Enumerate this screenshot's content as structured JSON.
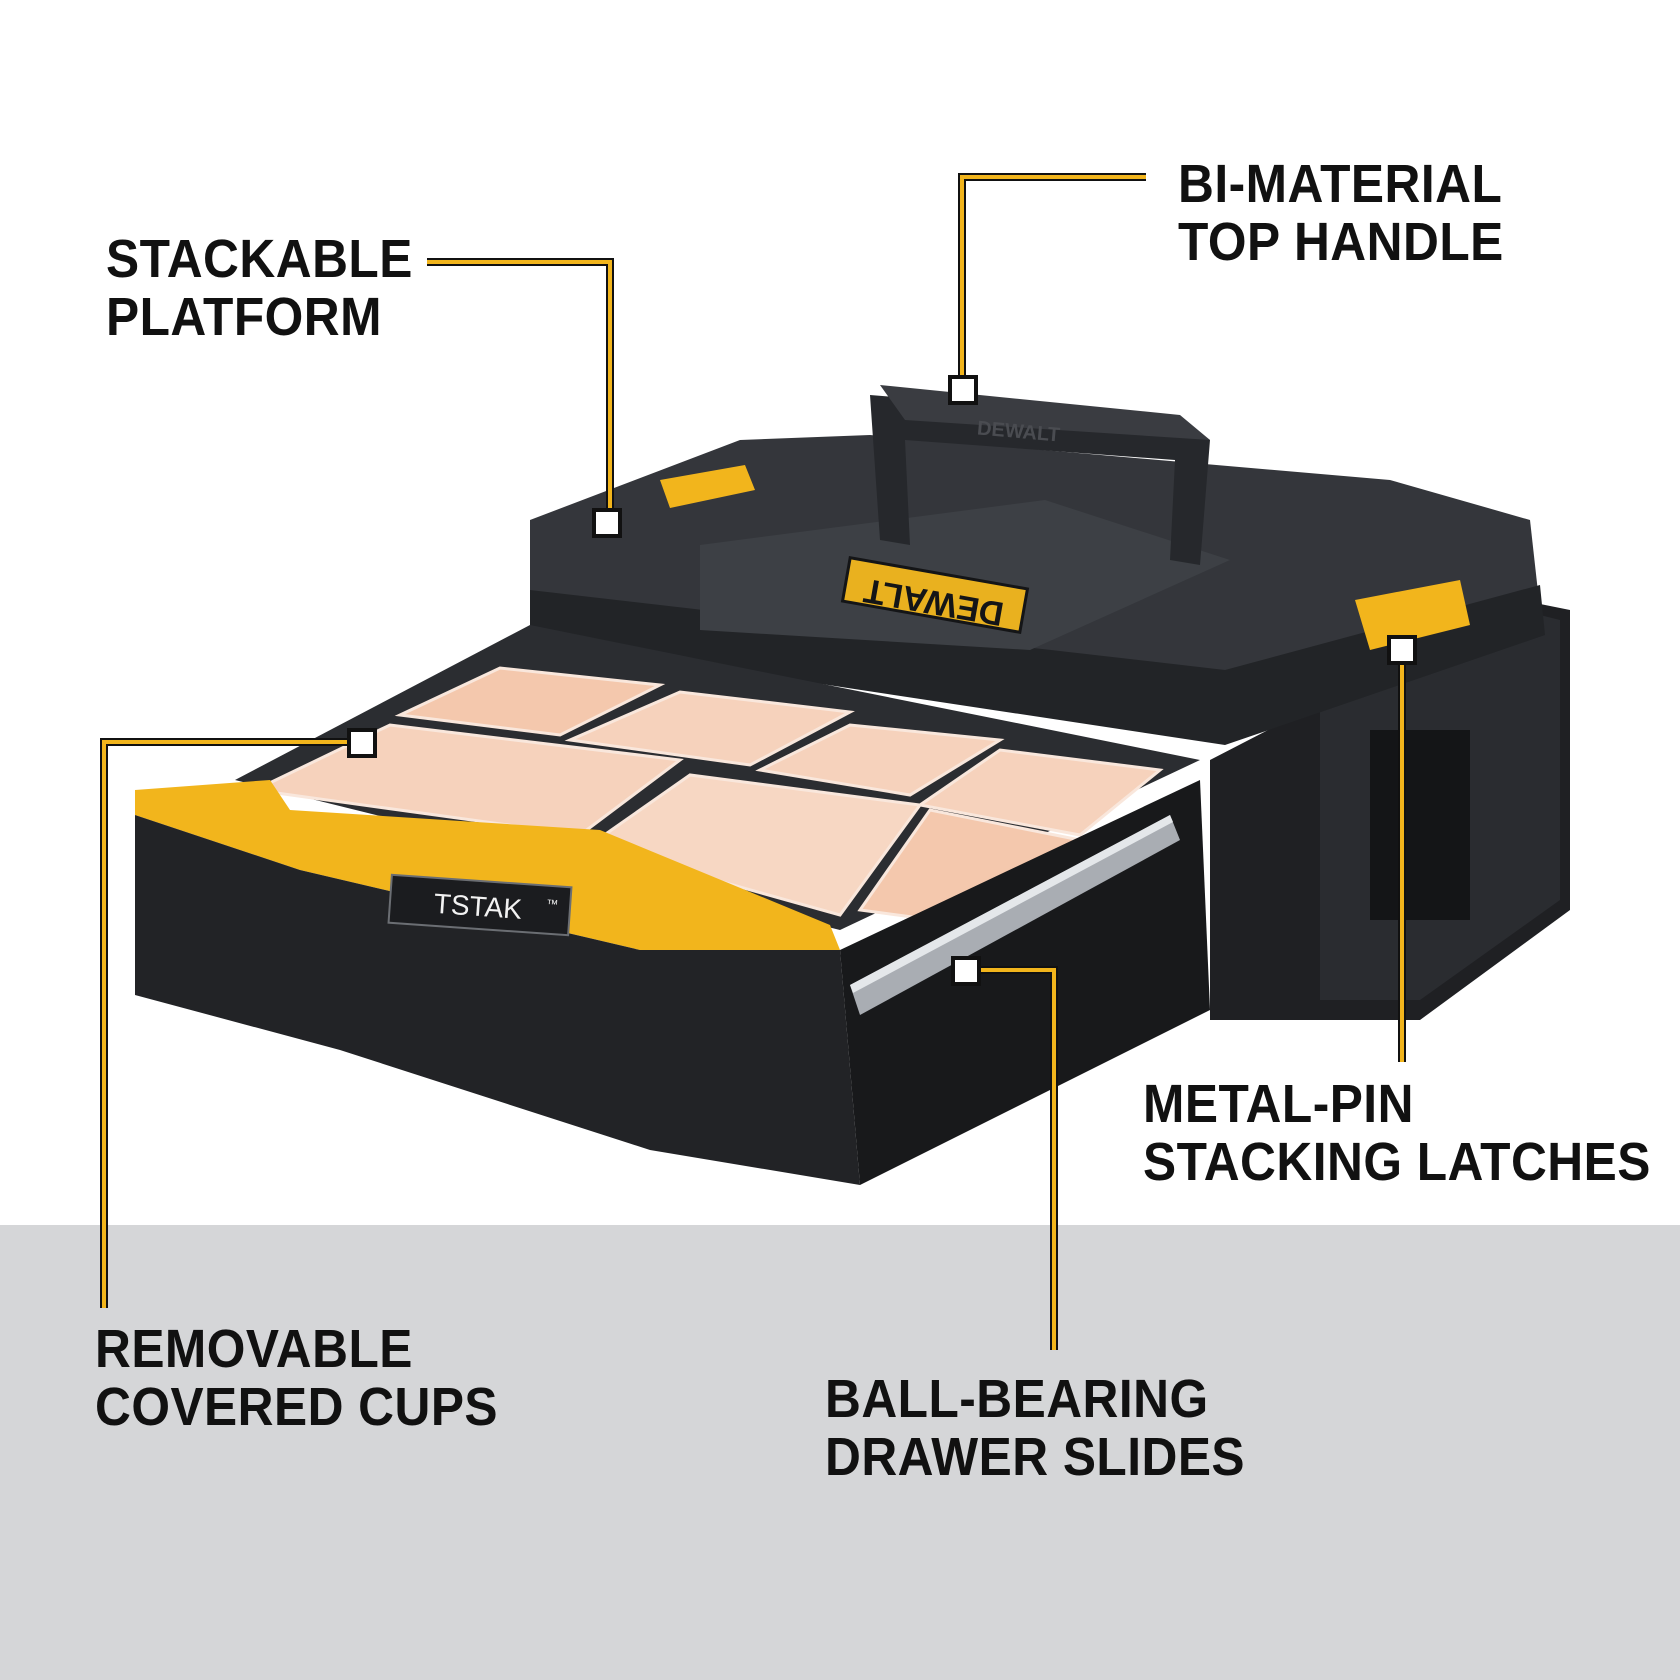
{
  "colors": {
    "accent_yellow": "#f2b51c",
    "callout_line": "#f2b51c",
    "case_black": "#2b2d31",
    "case_dark": "#1c1d20",
    "cup_peach": "#f6d2bc",
    "floor_gray": "#d5d6d8",
    "text": "#111111"
  },
  "brand": {
    "lid_logo": "DEWALT",
    "handle_logo": "DEWALT",
    "drawer_plate": "TSTAK",
    "drawer_plate_mark": "™"
  },
  "callouts": {
    "stackable": {
      "line1": "STACKABLE",
      "line2": "PLATFORM"
    },
    "handle": {
      "line1": "BI-MATERIAL",
      "line2": "TOP HANDLE"
    },
    "latches": {
      "line1": "METAL-PIN",
      "line2": "STACKING LATCHES"
    },
    "cups": {
      "line1": "REMOVABLE",
      "line2": "COVERED CUPS"
    },
    "slides": {
      "line1": "BALL-BEARING",
      "line2": "DRAWER SLIDES"
    }
  }
}
